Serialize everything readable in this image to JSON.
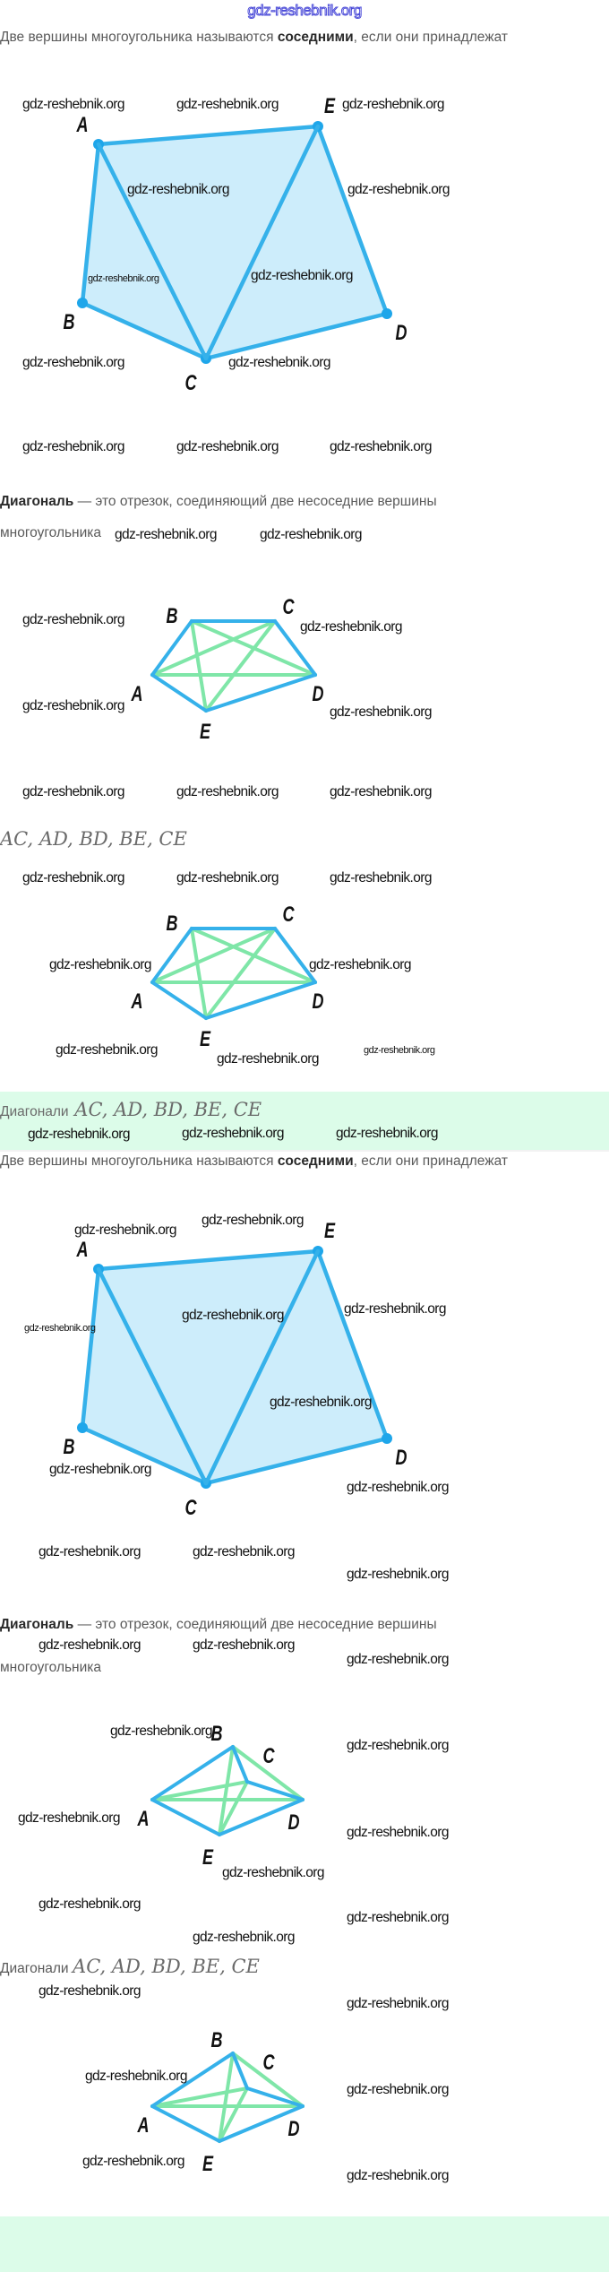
{
  "site_watermark": "gdz-reshebnik.org",
  "watermark": "gdz-reshebnik.org",
  "texts": {
    "adjacent_before": "Две вершины многоугольника называются ",
    "adjacent_bold": "соседними",
    "adjacent_after": ", если они принадлежат",
    "diagonal_bold": "Диагональ",
    "diagonal_rest": " — это отрезок, соединяющий две несоседние вершины",
    "polygon_word": "многоугольника",
    "diagonals_word": "Диагонали",
    "diagonals_list": "AC, AD, BD, BE, CE"
  },
  "vertices": [
    "A",
    "B",
    "C",
    "D",
    "E"
  ],
  "colors": {
    "edge": "#35b1ea",
    "diagonal": "#7fe6a8",
    "fill": "#cdedfb",
    "highlight_box": "#dcfce9"
  }
}
